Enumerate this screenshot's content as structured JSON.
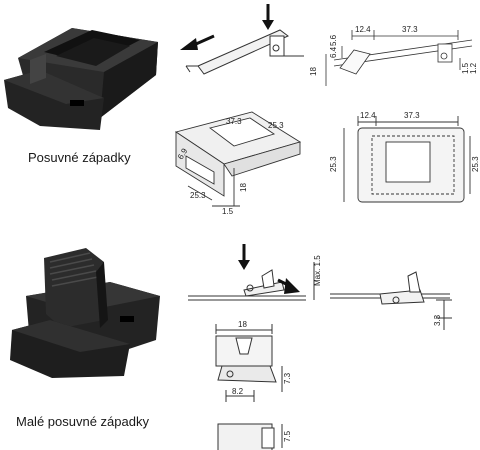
{
  "section1": {
    "caption": "Posuvné západky",
    "side_dims": {
      "top_a": "12.4",
      "top_b": "37.3",
      "h1": "18",
      "h2": "6.4",
      "h3": "5.6",
      "r1": "1.5",
      "r2": "1.2"
    },
    "iso_dims": {
      "d1": "37.3",
      "d2": "25.3",
      "d3": "6.9",
      "d4": "25.3",
      "d5": "18",
      "d6": "1.5"
    },
    "top_dims": {
      "w1": "12.4",
      "w2": "37.3",
      "h1": "25.3",
      "h2": "25.3"
    }
  },
  "section2": {
    "caption": "Malé posuvné západky",
    "dims": {
      "max": "Max. 1.5",
      "side_h": "3.3",
      "width": "18",
      "height": "7.3",
      "bottom": "8.2",
      "bottom_h": "7.5"
    }
  },
  "colors": {
    "part": "#1c1c1c",
    "line": "#333333",
    "fill": "#ededed"
  }
}
